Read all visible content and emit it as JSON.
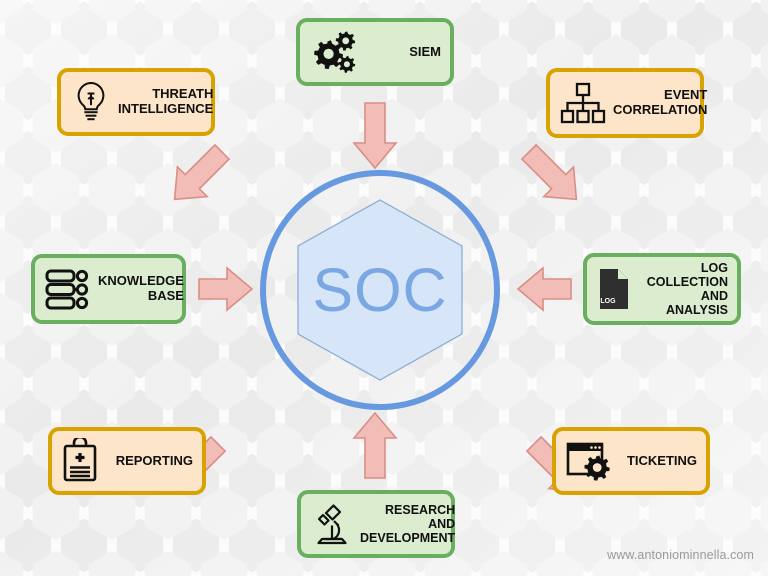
{
  "diagram": {
    "center": {
      "label": "SOC",
      "shape": "hexagon-in-circle",
      "ring_color": "#6699e0",
      "fill_color": "#d6e5f8",
      "text_color": "#7ba7e3"
    },
    "watermark": "www.antoniominnella.com",
    "palette": {
      "green_border": "#6aaf5f",
      "green_fill": "#dceccf",
      "amber_border": "#d8a200",
      "amber_fill": "#fce5c8",
      "arrow_fill": "#f3bdb7",
      "arrow_border": "#d98e86",
      "background": "#fbfbfb",
      "hex_tile": "#e6e6e6"
    },
    "nodes": [
      {
        "id": "siem",
        "label": "SIEM",
        "icon": "gears-icon",
        "color": "green",
        "position": "top-center"
      },
      {
        "id": "threat-intelligence",
        "label": "THREATH\nINTELLIGENCE",
        "icon": "lightbulb-icon",
        "color": "amber",
        "position": "top-left"
      },
      {
        "id": "event-correlation",
        "label": "EVENT\nCORRELATION",
        "icon": "hierarchy-icon",
        "color": "amber",
        "position": "top-right"
      },
      {
        "id": "knowledge-base",
        "label": "KNOWLEDGE\nBASE",
        "icon": "database-icon",
        "color": "green",
        "position": "middle-left"
      },
      {
        "id": "log-collection-and-analysis",
        "label": "LOG\nCOLLECTION\nAND ANALYSIS",
        "icon": "log-document-icon",
        "color": "green",
        "position": "middle-right"
      },
      {
        "id": "reporting",
        "label": "REPORTING",
        "icon": "clipboard-report-icon",
        "color": "amber",
        "position": "bottom-left"
      },
      {
        "id": "ticketing",
        "label": "TICKETING",
        "icon": "window-gear-icon",
        "color": "amber",
        "position": "bottom-right"
      },
      {
        "id": "research-and-development",
        "label": "RESEARCH\nAND\nDEVELOPMENT",
        "icon": "microscope-icon",
        "color": "green",
        "position": "bottom-center"
      }
    ],
    "arrows": [
      {
        "id": "arrow-siem-to-soc",
        "from": "siem",
        "to": "center",
        "direction": "down"
      },
      {
        "id": "arrow-threat-to-soc",
        "from": "threat-intelligence",
        "to": "center",
        "direction": "down-right"
      },
      {
        "id": "arrow-event-to-soc",
        "from": "event-correlation",
        "to": "center",
        "direction": "down-left"
      },
      {
        "id": "arrow-knowledge-to-soc",
        "from": "knowledge-base",
        "to": "center",
        "direction": "right"
      },
      {
        "id": "arrow-log-to-soc",
        "from": "log-collection-and-analysis",
        "to": "center",
        "direction": "left"
      },
      {
        "id": "arrow-reporting-to-soc",
        "from": "reporting",
        "to": "center",
        "direction": "up-right"
      },
      {
        "id": "arrow-ticketing-to-soc",
        "from": "ticketing",
        "to": "center",
        "direction": "up-left"
      },
      {
        "id": "arrow-rnd-to-soc",
        "from": "research-and-development",
        "to": "center",
        "direction": "up"
      }
    ]
  }
}
